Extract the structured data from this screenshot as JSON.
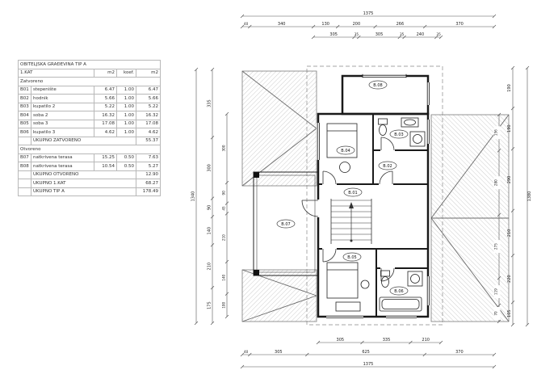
{
  "table": {
    "title": "OBITELJSKA GRAĐEVINA TIP A",
    "floor_header": "1.KAT",
    "columns": [
      "m2",
      "koef.",
      "m2"
    ],
    "section_closed": "Zatvoreno",
    "section_open": "Otvoreno",
    "rows_closed": [
      {
        "code": "B01",
        "name": "stepenište",
        "m2": "6.47",
        "koef": "1.00",
        "total": "6.47"
      },
      {
        "code": "B02",
        "name": "hodnik",
        "m2": "5.66",
        "koef": "1.00",
        "total": "5.66"
      },
      {
        "code": "B03",
        "name": "kupatilo 2",
        "m2": "5.22",
        "koef": "1.00",
        "total": "5.22"
      },
      {
        "code": "B04",
        "name": "soba 2",
        "m2": "16.32",
        "koef": "1.00",
        "total": "16.32"
      },
      {
        "code": "B05",
        "name": "soba 3",
        "m2": "17.08",
        "koef": "1.00",
        "total": "17.08"
      },
      {
        "code": "B06",
        "name": "kupatilo 3",
        "m2": "4.62",
        "koef": "1.00",
        "total": "4.62"
      }
    ],
    "total_closed": {
      "label": "UKUPNO ZATVORENO",
      "value": "55.37"
    },
    "rows_open": [
      {
        "code": "B07",
        "name": "natkrivena terasa",
        "m2": "15.25",
        "koef": "0.50",
        "total": "7.63"
      },
      {
        "code": "B08",
        "name": "natkrivena terasa",
        "m2": "10.54",
        "koef": "0.50",
        "total": "5.27"
      }
    ],
    "total_open": {
      "label": "UKUPNO OTVORENO",
      "value": "12.90"
    },
    "total_floor": {
      "label": "UKUPNO 1.KAT",
      "value": "68.27"
    },
    "total_type": {
      "label": "UKUPNO TIP A",
      "value": "178.49"
    }
  },
  "plan": {
    "rooms": [
      {
        "id": "B.08"
      },
      {
        "id": "B.04"
      },
      {
        "id": "B.03"
      },
      {
        "id": "B.02"
      },
      {
        "id": "B.01"
      },
      {
        "id": "B.07"
      },
      {
        "id": "B.05"
      },
      {
        "id": "B.06"
      }
    ],
    "dims": {
      "top_total": "1375",
      "top_row": [
        "40",
        "340",
        "130",
        "200",
        "266",
        "370"
      ],
      "top_row2": [
        "305",
        "35",
        "305",
        "35",
        "240",
        "35"
      ],
      "bottom_row": [
        "305",
        "335",
        "210"
      ],
      "bottom_row2": [
        "40",
        "305",
        "625",
        "370"
      ],
      "bottom_total": "1375",
      "left_total": "1340",
      "left_row": [
        "335",
        "300",
        "90",
        "140",
        "210",
        "175"
      ],
      "left_row2": [
        "300",
        "90",
        "45",
        "210",
        "140",
        "100"
      ],
      "right_total": "1380",
      "right_row": [
        "190",
        "190",
        "290",
        "210",
        "220",
        "105"
      ],
      "right_row2": [
        "156",
        "280",
        "275",
        "119",
        "70"
      ]
    }
  }
}
